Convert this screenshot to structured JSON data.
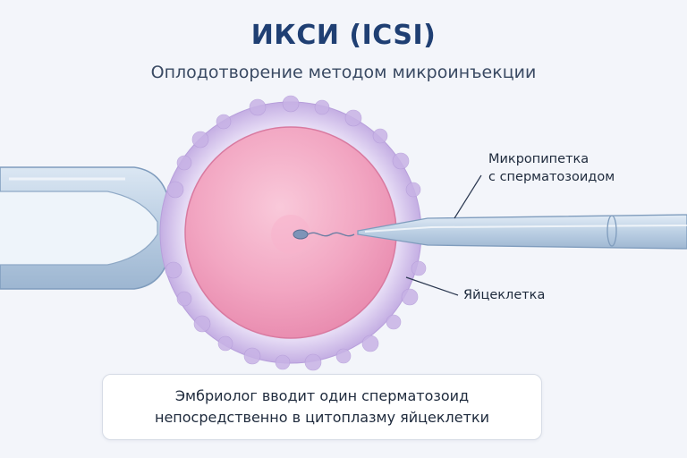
{
  "header": {
    "title": "ИКСИ (ICSI)",
    "subtitle": "Оплодотворение методом микроинъекции"
  },
  "labels": {
    "micropipette_line1": "Микропипетка",
    "micropipette_line2": "с сперматозоидом",
    "egg": "Яйцеклетка"
  },
  "caption": {
    "line1": "Эмбриолог вводит один сперматозоид",
    "line2": "непосредственно в цитоплазму яйцеклетки"
  },
  "colors": {
    "title": "#1f3f73",
    "egg_core": "#f2a6c2",
    "zona": "#c9b4e6",
    "pipette": "#b9cde2"
  }
}
